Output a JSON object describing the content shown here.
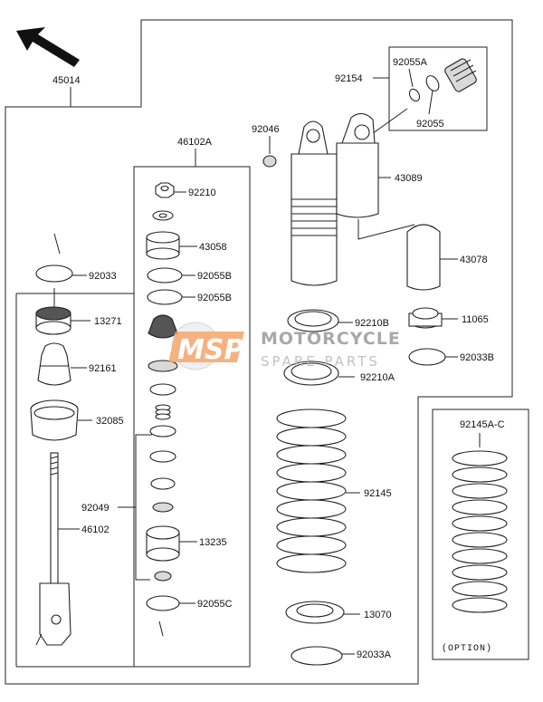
{
  "labels": {
    "l45014": "45014",
    "l46102A": "46102A",
    "l92154": "92154",
    "l92055A": "92055A",
    "l92055": "92055",
    "l92046": "92046",
    "l43089": "43089",
    "l43078": "43078",
    "l92210": "92210",
    "l43058": "43058",
    "l92055B_1": "92055B",
    "l92055B_2": "92055B",
    "l92033": "92033",
    "l13271": "13271",
    "l92161": "92161",
    "l32085": "32085",
    "l92049": "92049",
    "l46102": "46102",
    "l13235": "13235",
    "l92055C": "92055C",
    "l92210B": "92210B",
    "l92210A": "92210A",
    "l11065": "11065",
    "l92033B": "92033B",
    "l92145": "92145",
    "l13070": "13070",
    "l92033A": "92033A",
    "l92145AC": "92145A-C",
    "option": "(OPTION)"
  },
  "watermark": {
    "logo": "MSP",
    "title": "MOTORCYCLE",
    "subtitle": "SPARE PARTS"
  },
  "colors": {
    "watermark_orange": "#f5a46c",
    "line": "#222222"
  }
}
